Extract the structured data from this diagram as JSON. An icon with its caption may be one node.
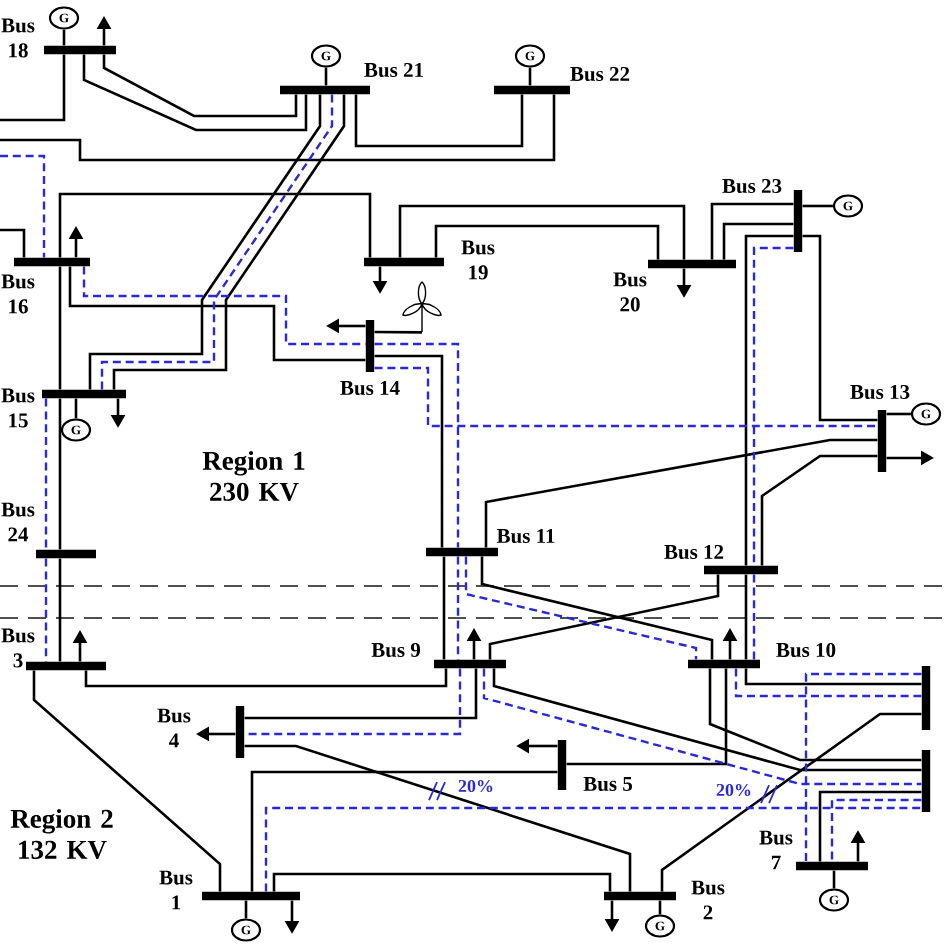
{
  "diagram": {
    "nodes": [
      {
        "text": [
          "Bus 18"
        ]
      },
      {
        "text": [
          "G"
        ]
      },
      {
        "text": [
          "Bus 21"
        ]
      },
      {
        "text": [
          "G"
        ]
      },
      {
        "text": [
          "Bus 22"
        ]
      },
      {
        "text": [
          "G"
        ]
      },
      {
        "text": [
          "Bus 16"
        ]
      },
      {
        "text": [
          "Bus 19"
        ]
      },
      {
        "text": [
          "Bus 23"
        ]
      },
      {
        "text": [
          "G"
        ]
      },
      {
        "text": [
          "Bus 20"
        ]
      },
      {
        "text": [
          "Bus 14"
        ]
      },
      {
        "text": [
          "Bus 15"
        ]
      },
      {
        "text": [
          "G"
        ]
      },
      {
        "text": [
          "Bus 13"
        ]
      },
      {
        "text": [
          "G"
        ]
      },
      {
        "text": [
          "Bus 24"
        ]
      },
      {
        "text": [
          "Bus 11"
        ]
      },
      {
        "text": [
          "Bus 12"
        ]
      },
      {
        "text": [
          "Bus 3"
        ]
      },
      {
        "text": [
          "Bus 9"
        ]
      },
      {
        "text": [
          "Bus 10"
        ]
      },
      {
        "text": [],
        "shape": "bar"
      },
      {
        "text": [
          "Bus 4"
        ]
      },
      {
        "text": [
          "Bus 5"
        ]
      },
      {
        "text": [],
        "shape": "bar"
      },
      {
        "text": [
          "Bus 7"
        ]
      },
      {
        "text": [
          "G"
        ]
      },
      {
        "text": [
          "Bus 1"
        ]
      },
      {
        "text": [
          "G"
        ]
      },
      {
        "text": [
          "Bus 2"
        ]
      },
      {
        "text": [
          "G"
        ]
      },
      {
        "text": [],
        "shape": "picture"
      }
    ],
    "edges": [
      {
        "from": 0,
        "to": null,
        "arrow": "none"
      },
      {
        "from": null,
        "to": 4,
        "arrow": "none"
      },
      {
        "from": 0,
        "to": 2,
        "arrow": "none"
      },
      {
        "from": 0,
        "to": 2,
        "arrow": "none"
      },
      {
        "from": 2,
        "to": 4,
        "arrow": "none"
      },
      {
        "from": 2,
        "to": 12,
        "arrow": "none"
      },
      {
        "from": 2,
        "to": 12,
        "arrow": "none"
      },
      {
        "from": 6,
        "to": null,
        "arrow": "none"
      },
      {
        "from": 6,
        "to": 7,
        "arrow": "none"
      },
      {
        "from": 7,
        "to": 10,
        "arrow": "none"
      },
      {
        "from": 7,
        "to": 10,
        "arrow": "none"
      },
      {
        "from": 10,
        "to": 8,
        "arrow": "none"
      },
      {
        "from": 10,
        "to": 8,
        "arrow": "none"
      },
      {
        "from": 8,
        "to": 14,
        "arrow": "none"
      },
      {
        "from": 8,
        "to": 18,
        "arrow": "none"
      },
      {
        "from": 6,
        "to": 11,
        "arrow": "none"
      },
      {
        "from": 6,
        "to": 12,
        "arrow": "none"
      },
      {
        "from": 11,
        "to": 17,
        "arrow": "none"
      },
      {
        "from": 12,
        "to": 16,
        "arrow": "none"
      },
      {
        "from": 16,
        "to": 19,
        "arrow": "none"
      },
      {
        "from": 17,
        "to": 14,
        "arrow": "none"
      },
      {
        "from": 18,
        "to": 14,
        "arrow": "none"
      },
      {
        "from": 17,
        "to": 21,
        "arrow": "none"
      },
      {
        "from": 18,
        "to": 20,
        "arrow": "none"
      },
      {
        "from": 17,
        "to": 20,
        "arrow": "none"
      },
      {
        "from": 18,
        "to": 21,
        "arrow": "none"
      },
      {
        "from": 19,
        "to": 20,
        "arrow": "none"
      },
      {
        "from": 23,
        "to": 20,
        "arrow": "none"
      },
      {
        "from": 23,
        "to": 30,
        "arrow": "none",
        "label": "20%"
      },
      {
        "from": 19,
        "to": 28,
        "arrow": "none"
      },
      {
        "from": 28,
        "to": 24,
        "arrow": "none"
      },
      {
        "from": 28,
        "to": 30,
        "arrow": "none"
      },
      {
        "from": 30,
        "to": 22,
        "arrow": "none",
        "label": "20%"
      },
      {
        "from": 24,
        "to": 21,
        "arrow": "none"
      },
      {
        "from": 21,
        "to": 22,
        "arrow": "none"
      },
      {
        "from": 21,
        "to": 25,
        "arrow": "none"
      },
      {
        "from": 20,
        "to": 25,
        "arrow": "none"
      },
      {
        "from": 26,
        "to": 25,
        "arrow": "none"
      },
      {
        "from": 1,
        "to": 0,
        "arrow": "none"
      },
      {
        "from": 3,
        "to": 2,
        "arrow": "none"
      },
      {
        "from": 5,
        "to": 4,
        "arrow": "none"
      },
      {
        "from": 9,
        "to": 8,
        "arrow": "none"
      },
      {
        "from": 13,
        "to": 12,
        "arrow": "none"
      },
      {
        "from": 15,
        "to": 14,
        "arrow": "none"
      },
      {
        "from": 27,
        "to": 26,
        "arrow": "none"
      },
      {
        "from": 29,
        "to": 28,
        "arrow": "none"
      },
      {
        "from": 31,
        "to": 30,
        "arrow": "none"
      },
      {
        "from": 0,
        "to": null,
        "arrow": "to"
      },
      {
        "from": 6,
        "to": null,
        "arrow": "to"
      },
      {
        "from": 7,
        "to": null,
        "arrow": "to"
      },
      {
        "from": 10,
        "to": null,
        "arrow": "to"
      },
      {
        "from": 11,
        "to": null,
        "arrow": "to"
      },
      {
        "from": 12,
        "to": null,
        "arrow": "to"
      },
      {
        "from": 14,
        "to": null,
        "arrow": "to"
      },
      {
        "from": 19,
        "to": null,
        "arrow": "to"
      },
      {
        "from": 20,
        "to": null,
        "arrow": "to"
      },
      {
        "from": 21,
        "to": null,
        "arrow": "to"
      },
      {
        "from": 23,
        "to": null,
        "arrow": "to"
      },
      {
        "from": 24,
        "to": null,
        "arrow": "to"
      },
      {
        "from": 26,
        "to": null,
        "arrow": "to"
      },
      {
        "from": 28,
        "to": null,
        "arrow": "to"
      },
      {
        "from": 30,
        "to": null,
        "arrow": "to"
      },
      {
        "from": null,
        "to": 6,
        "arrow": "none",
        "style": "dashed",
        "color": "#2a2ad4"
      },
      {
        "from": 6,
        "to": 11,
        "arrow": "none",
        "style": "dashed",
        "color": "#2a2ad4"
      },
      {
        "from": 11,
        "to": 17,
        "arrow": "none",
        "style": "dashed",
        "color": "#2a2ad4"
      },
      {
        "from": 11,
        "to": 14,
        "arrow": "none",
        "style": "dashed",
        "color": "#2a2ad4"
      },
      {
        "from": 2,
        "to": 12,
        "arrow": "none",
        "style": "dashed",
        "color": "#2a2ad4"
      },
      {
        "from": 12,
        "to": 16,
        "arrow": "none",
        "style": "dashed",
        "color": "#2a2ad4"
      },
      {
        "from": 16,
        "to": 19,
        "arrow": "none",
        "style": "dashed",
        "color": "#2a2ad4"
      },
      {
        "from": 8,
        "to": 18,
        "arrow": "none",
        "style": "dashed",
        "color": "#2a2ad4"
      },
      {
        "from": 18,
        "to": 21,
        "arrow": "none",
        "style": "dashed",
        "color": "#2a2ad4"
      },
      {
        "from": 17,
        "to": 20,
        "arrow": "none",
        "style": "dashed",
        "color": "#2a2ad4"
      },
      {
        "from": 20,
        "to": 23,
        "arrow": "none",
        "style": "dashed",
        "color": "#2a2ad4"
      },
      {
        "from": 17,
        "to": 21,
        "arrow": "none",
        "style": "dashed",
        "color": "#2a2ad4"
      },
      {
        "from": 20,
        "to": 25,
        "arrow": "none",
        "style": "dashed",
        "color": "#2a2ad4"
      },
      {
        "from": 21,
        "to": 22,
        "arrow": "none",
        "style": "dashed",
        "color": "#2a2ad4"
      },
      {
        "from": 22,
        "to": 26,
        "arrow": "none",
        "style": "dashed",
        "color": "#2a2ad4"
      },
      {
        "from": 25,
        "to": 26,
        "arrow": "none",
        "style": "dashed",
        "color": "#2a2ad4"
      },
      {
        "from": 28,
        "to": 25,
        "arrow": "none",
        "style": "dashed",
        "color": "#2a2ad4"
      },
      {
        "from": 32,
        "to": 11,
        "arrow": "none"
      }
    ],
    "labels": [
      "Region 1 230 KV",
      "Region 2 132 KV"
    ]
  }
}
